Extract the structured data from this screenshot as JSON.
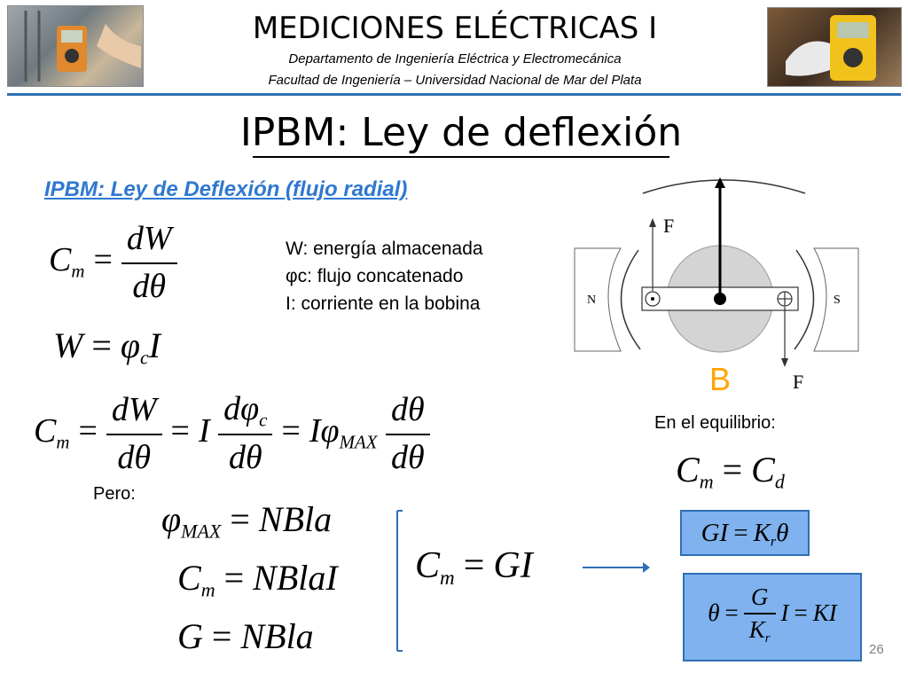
{
  "header": {
    "course_title": "MEDICIONES ELÉCTRICAS I",
    "department": "Departamento de Ingeniería Eléctrica y Electromecánica",
    "faculty": "Facultad de Ingeniería – Universidad Nacional de Mar del Plata",
    "left_photo": "multimeter-in-use-photo",
    "right_photo": "digital-multimeter-photo"
  },
  "slide": {
    "title": "IPBM: Ley de deflexión",
    "subtitle": "IPBM: Ley de Deflexión (flujo radial)",
    "page_number": "26"
  },
  "legend": [
    "W: energía almacenada",
    "φc: flujo concatenado",
    "I: corriente en la bobina"
  ],
  "labels": {
    "pero": "Pero:",
    "equilibrio": "En el equilibrio:"
  },
  "diagram": {
    "force_top": "F",
    "force_bottom": "F",
    "north": "N",
    "south": "S",
    "field": "B"
  },
  "colors": {
    "subtitle": "#2f78d0",
    "header_rule": "#2f6fb5",
    "box_fill": "#7fb2ee",
    "box_border": "#2f6fb5",
    "arrow": "#2f6fb5",
    "field_label": "#ffa500"
  }
}
